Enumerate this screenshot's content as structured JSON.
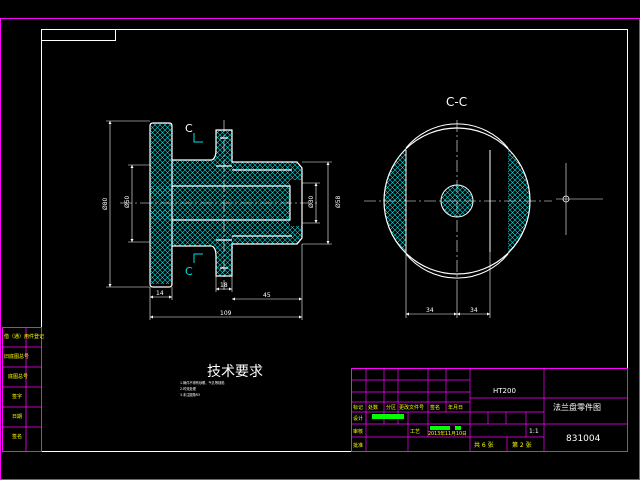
{
  "colors": {
    "background": "#000000",
    "frame": "#ff00ff",
    "outline": "#ffffff",
    "hatch": "#00e0e0",
    "dimension": "#ffffff",
    "center_line": "#ffffff",
    "cut_marker": "#00e0e0",
    "title_block": "#ff00ff",
    "green": "#00ff00",
    "label_yellow": "#ffff00"
  },
  "section_view": {
    "cut_labels": [
      "C",
      "C"
    ],
    "dimensions": {
      "overall_height": "Ø80",
      "flange_inner": "Ø50",
      "bore_right": "Ø30",
      "boss_outer": "Ø58",
      "flange_width": "14",
      "step": "18",
      "boss_length": "45",
      "overall_length": "109"
    }
  },
  "end_view": {
    "title": "C-C",
    "dimensions": {
      "left": "34",
      "right": "34"
    }
  },
  "tech_requirements": {
    "title": "技术要求",
    "lines": [
      "1.铸件不得有砂眼、气孔等缺陷",
      "2.时效处理",
      "3.未注圆角R3"
    ]
  },
  "left_strip": {
    "cells": [
      "借（通）用件登记",
      "旧底图总号",
      "底图总号",
      "签字",
      "日期",
      "签名"
    ]
  },
  "title_block": {
    "material": "HT200",
    "part_name": "法兰盘零件图",
    "drawing_no": "831004",
    "scale": "1:1",
    "sheet_total": "共 6 张",
    "sheet_num": "第 2 张",
    "row_labels": [
      "标记",
      "处数",
      "分区",
      "更改文件号",
      "签名",
      "年月日"
    ],
    "design_label": "设计",
    "check_label": "审核",
    "process_label": "工艺",
    "approve_label": "批准",
    "date_text": "2013年11月10日"
  }
}
